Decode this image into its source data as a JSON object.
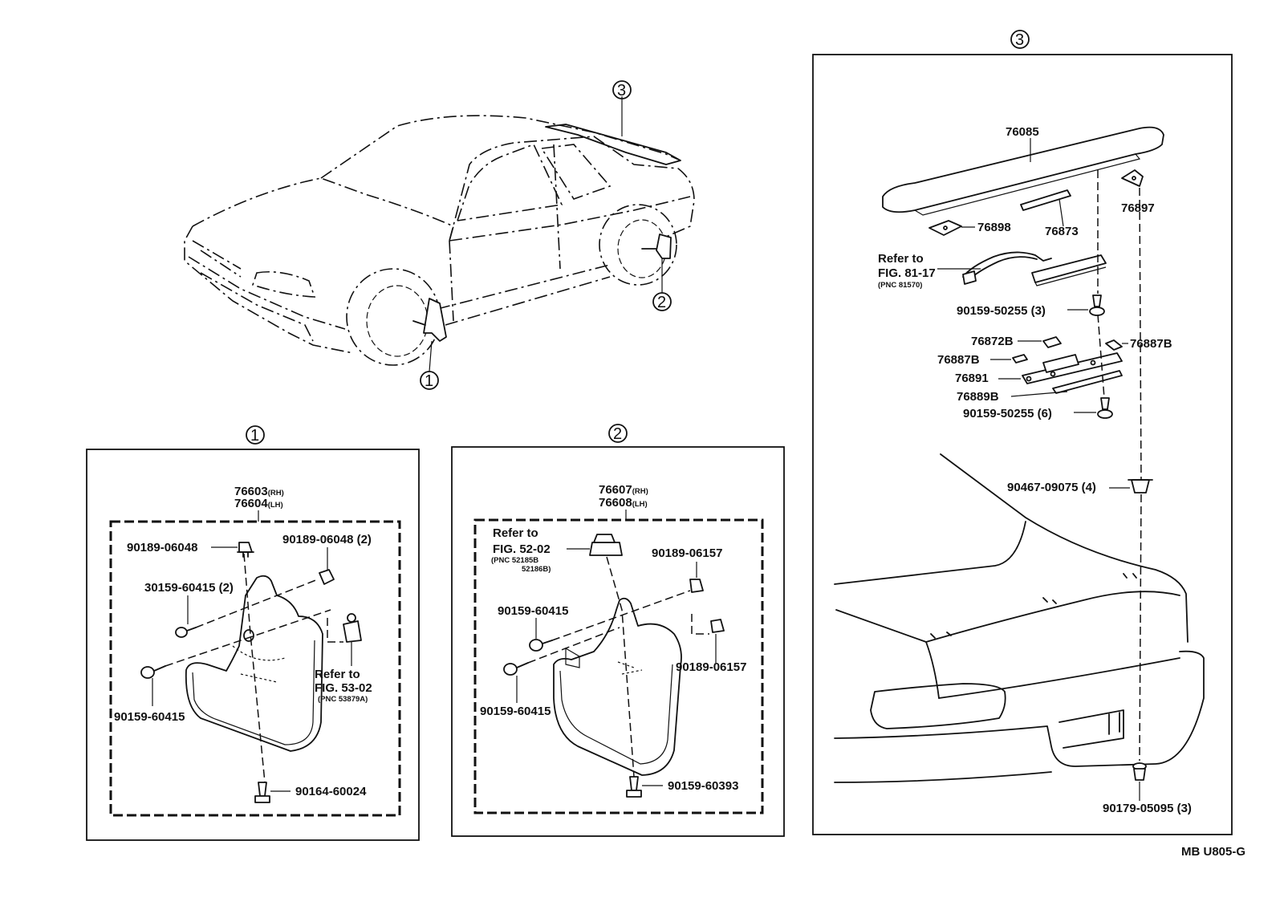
{
  "diagram": {
    "code": "MB U805-G",
    "callouts": {
      "one": "1",
      "two": "2",
      "three": "3"
    },
    "panel1": {
      "refer": "Refer to",
      "fig": "FIG. 53-02",
      "pnc": "(PNC 53879A)",
      "mudguard_rh": "76603",
      "mudguard_lh": "76604",
      "rh": "(RH)",
      "lh": "(LH)",
      "clip_a": "90189-06048",
      "clip_b": "90189-06048 (2)",
      "screw_a": "30159-60415 (2)",
      "screw_b": "90159-60415",
      "screw_c": "90164-60024"
    },
    "panel2": {
      "refer": "Refer to",
      "fig": "FIG. 52-02",
      "pnc1": "(PNC 52185B",
      "pnc2": "52186B)",
      "mudguard_rh": "76607",
      "mudguard_lh": "76608",
      "rh": "(RH)",
      "lh": "(LH)",
      "clip_a": "90189-06157",
      "clip_b": "90189-06157",
      "screw_a": "90159-60415",
      "screw_b": "90159-60415",
      "screw_c": "90159-60393"
    },
    "panel3": {
      "spoiler": "76085",
      "pad_r": "76897",
      "pad_l": "76898",
      "lens": "76873",
      "refer": "Refer to",
      "fig": "FIG. 81-17",
      "pnc": "(PNC 81570)",
      "screw_a": "90159-50255 (3)",
      "gasket_a": "76872B",
      "gasket_r": "76887B",
      "gasket_l": "76887B",
      "bracket": "76891",
      "seal": "76889B",
      "screw_b": "90159-50255 (6)",
      "grommet": "90467-09075 (4)",
      "nut": "90179-05095 (3)"
    }
  }
}
